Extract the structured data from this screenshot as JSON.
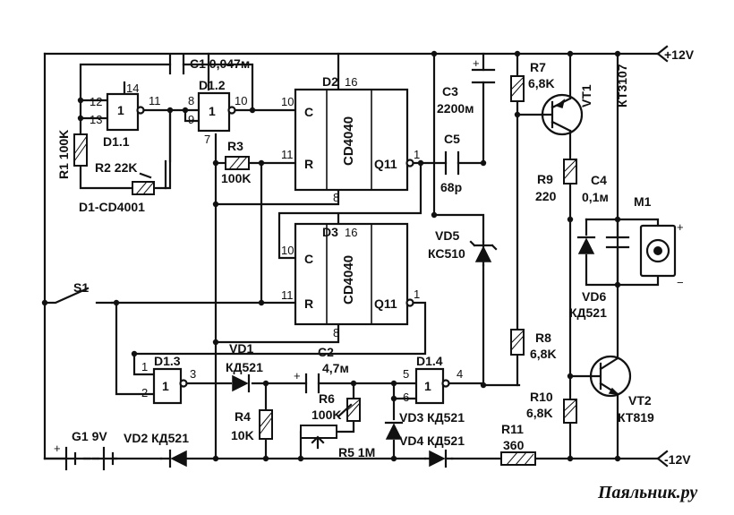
{
  "supply": {
    "pos": "+12V",
    "neg": "-12V"
  },
  "chips": {
    "d1_1": {
      "label": "D1.1",
      "pins": [
        "12",
        "13",
        "14",
        "11"
      ]
    },
    "d1_2": {
      "label": "D1.2",
      "pins": [
        "8",
        "9",
        "7",
        "10"
      ]
    },
    "d1_3": {
      "label": "D1.3",
      "pins": [
        "1",
        "2",
        "3"
      ]
    },
    "d1_4": {
      "label": "D1.4",
      "pins": [
        "5",
        "6",
        "4"
      ]
    },
    "d1_note": "D1-CD4001",
    "d2": {
      "label": "D2",
      "type": "CD4040",
      "c": "C",
      "r": "R",
      "q": "Q11",
      "pins": [
        "10",
        "11",
        "16",
        "8",
        "1"
      ]
    },
    "d3": {
      "label": "D3",
      "type": "CD4040",
      "c": "C",
      "r": "R",
      "q": "Q11",
      "pins": [
        "10",
        "11",
        "16",
        "8",
        "1"
      ]
    }
  },
  "gate_symbol": "1",
  "components": {
    "c1": "C1 0,047м",
    "c2": "C2",
    "c2_value": "4,7м",
    "c3": "C3",
    "c3_value": "2200м",
    "c4": "C4",
    "c4_value": "0,1м",
    "c5": "C5",
    "c5_value": "68p",
    "r1": "R1 100K",
    "r2": "R2 22K",
    "r3": "R3",
    "r3_value": "100K",
    "r4": "R4",
    "r4_value": "10K",
    "r5": "R5 1M",
    "r6": "R6",
    "r6_value": "100K",
    "r7": "R7",
    "r7_value": "6,8K",
    "r8": "R8",
    "r8_value": "6,8K",
    "r9": "R9",
    "r9_value": "220",
    "r10": "R10",
    "r10_value": "6,8K",
    "r11": "R11",
    "r11_value": "360",
    "vd1": "VD1",
    "vd1_type": "КД521",
    "vd2": "VD2 КД521",
    "vd3": "VD3 КД521",
    "vd4": "VD4 КД521",
    "vd5": "VD5",
    "vd5_type": "КС510",
    "vd6": "VD6",
    "vd6_type": "КД521",
    "vt1": "VT1",
    "vt1_type": "КТ3107",
    "vt2": "VT2",
    "vt2_type": "КТ819",
    "m1": "M1",
    "s1": "S1",
    "g1": "G1 9V"
  },
  "polarity": {
    "plus": "+",
    "minus": "−"
  },
  "watermark": "Паяльник.ру"
}
